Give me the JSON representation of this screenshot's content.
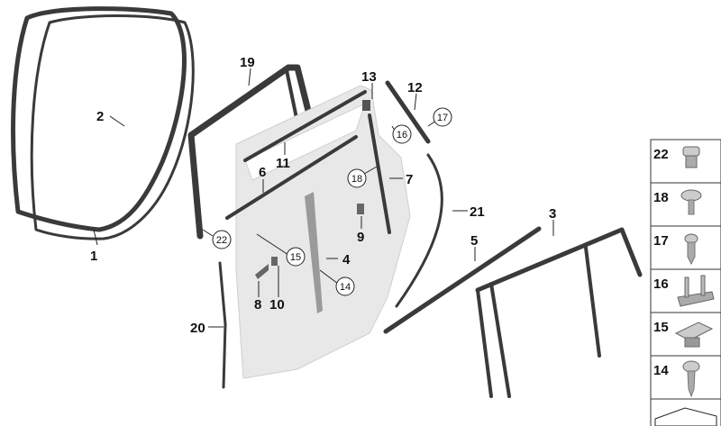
{
  "diagram": {
    "callouts": [
      "1",
      "2",
      "3",
      "4",
      "5",
      "6",
      "7",
      "8",
      "9",
      "10",
      "11",
      "12",
      "13",
      "19",
      "20",
      "21"
    ],
    "circled_callouts": [
      "14",
      "15",
      "16",
      "17",
      "18",
      "22"
    ],
    "parts_panel": [
      "22",
      "18",
      "17",
      "16",
      "15",
      "14"
    ]
  },
  "colors": {
    "seal": "#3a3a3a",
    "door": "#e6e6e6",
    "trim": "#9a9a9a"
  }
}
